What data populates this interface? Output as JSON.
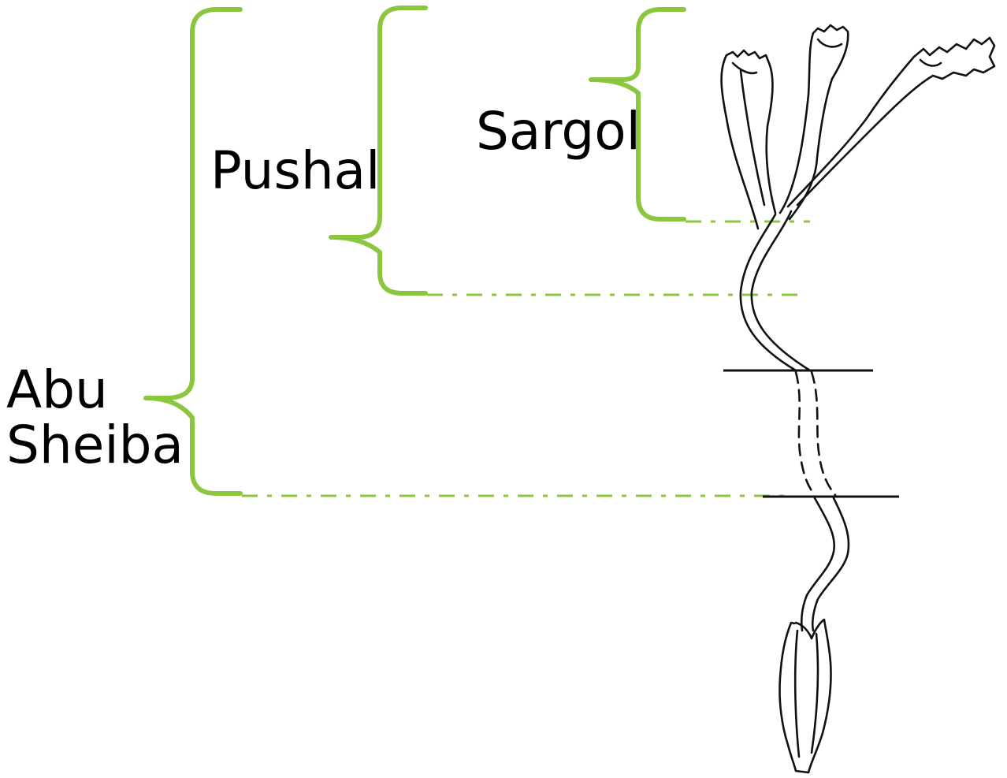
{
  "labels": {
    "sargol": "Sargol",
    "pushal": "Pushal",
    "abu_sheiba_line1": "Abu",
    "abu_sheiba_line2": "Sheiba"
  },
  "colors": {
    "bracket": "#8cc63f",
    "ink": "#111111"
  }
}
